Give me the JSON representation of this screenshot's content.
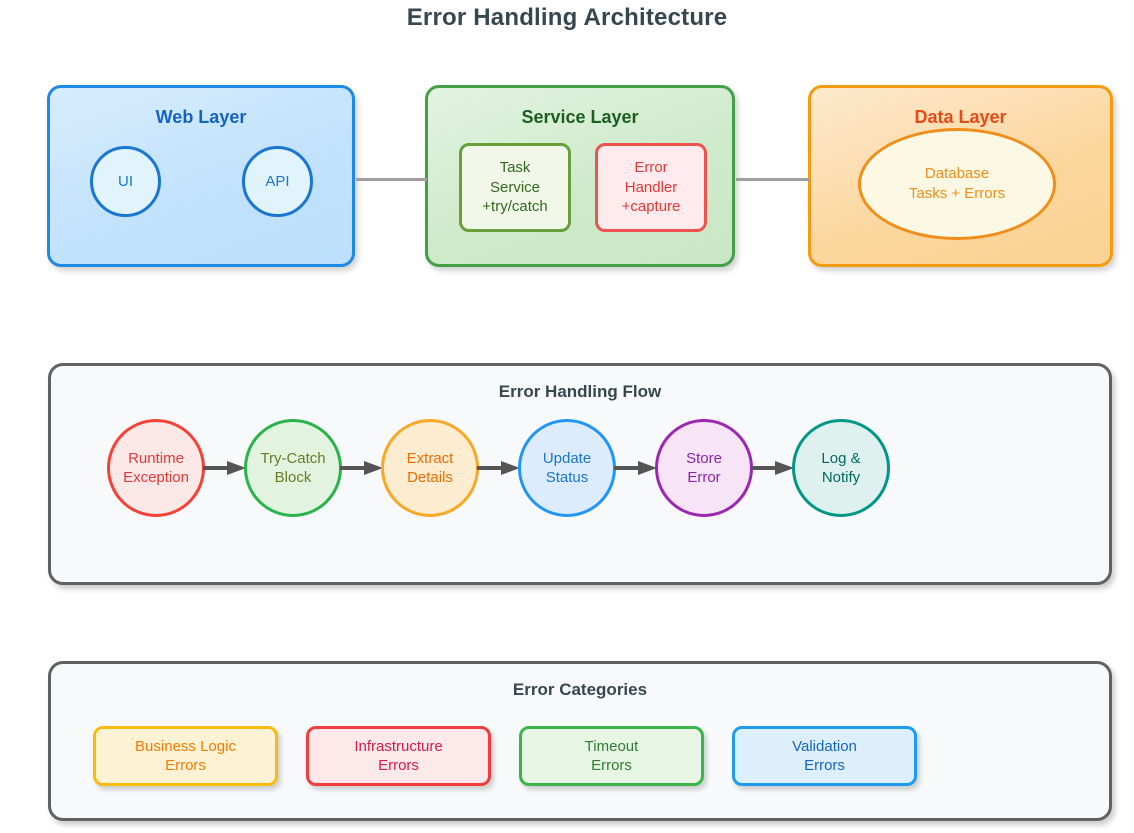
{
  "title": "Error Handling Architecture",
  "layers": [
    {
      "id": "web",
      "title": "Web Layer",
      "nodes": [
        {
          "label": "UI"
        },
        {
          "label": "API"
        }
      ]
    },
    {
      "id": "service",
      "title": "Service Layer",
      "nodes": [
        {
          "line1": "Task",
          "line2": "Service",
          "line3": "+try/catch"
        },
        {
          "line1": "Error",
          "line2": "Handler",
          "line3": "+capture"
        }
      ]
    },
    {
      "id": "data",
      "title": "Data Layer",
      "nodes": [
        {
          "line1": "Database",
          "line2": "Tasks + Errors"
        }
      ]
    }
  ],
  "flow": {
    "title": "Error Handling Flow",
    "steps": [
      {
        "line1": "Runtime",
        "line2": "Exception",
        "border": "#f44336",
        "fill": "#fde8e8",
        "text": "#e53935"
      },
      {
        "line1": "Try-Catch",
        "line2": "Block",
        "border": "#2ab34a",
        "fill": "#e2f3e0",
        "text": "#6b7a26"
      },
      {
        "line1": "Extract",
        "line2": "Details",
        "border": "#f9a825",
        "fill": "#fdecd0",
        "text": "#ef6c00"
      },
      {
        "line1": "Update",
        "line2": "Status",
        "border": "#2196f3",
        "fill": "#dcecfc",
        "text": "#1976d2"
      },
      {
        "line1": "Store",
        "line2": "Error",
        "border": "#9c27b0",
        "fill": "#f7e4f7",
        "text": "#8e24aa"
      },
      {
        "line1": "Log &",
        "line2": "Notify",
        "border": "#009688",
        "fill": "#dff1ef",
        "text": "#00695c"
      }
    ],
    "arrow_color": "#555555"
  },
  "categories": {
    "title": "Error Categories",
    "items": [
      {
        "line1": "Business Logic",
        "line2": "Errors",
        "border": "#f9bc0d",
        "fill": "#fdf3d4",
        "text": "#f57c00"
      },
      {
        "line1": "Infrastructure",
        "line2": "Errors",
        "border": "#f03c3c",
        "fill": "#fde9e9",
        "text": "#d81b4a"
      },
      {
        "line1": "Timeout",
        "line2": "Errors",
        "border": "#3bb54a",
        "fill": "#e7f5e4",
        "text": "#2e7d32"
      },
      {
        "line1": "Validation",
        "line2": "Errors",
        "border": "#1e9bf0",
        "fill": "#ddeefc",
        "text": "#1565c0"
      }
    ]
  },
  "connectors": [
    {
      "name": "web-to-service",
      "color": "#9e9e9e"
    },
    {
      "name": "service-to-data",
      "color": "#9e9e9e"
    }
  ]
}
